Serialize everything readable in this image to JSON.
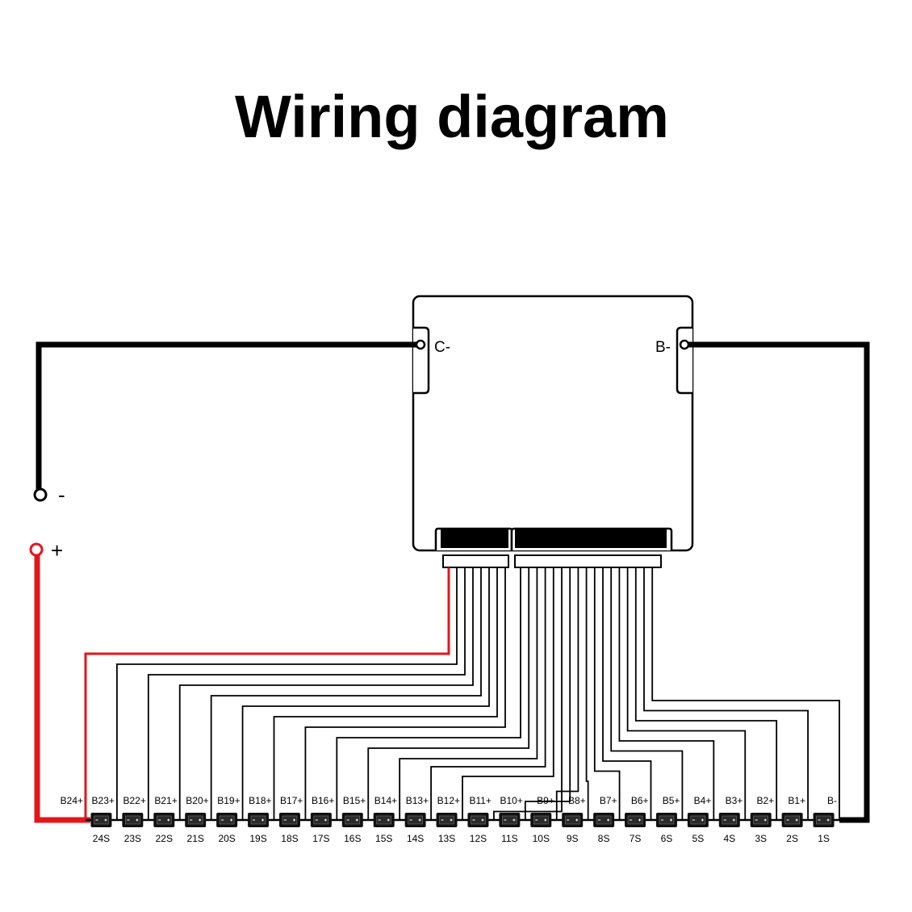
{
  "title": "Wiring diagram",
  "board": {
    "c_minus_label": "C-",
    "b_minus_label": "B-"
  },
  "terminals": {
    "negative_label": "-",
    "positive_label": "+"
  },
  "colors": {
    "wire": "#000000",
    "positive_wire": "#e5141b",
    "background": "#ffffff"
  },
  "cell_count": 24,
  "tap_labels": [
    "B24+",
    "B23+",
    "B22+",
    "B21+",
    "B20+",
    "B19+",
    "B18+",
    "B17+",
    "B16+",
    "B15+",
    "B14+",
    "B13+",
    "B12+",
    "B11+",
    "B10+",
    "B9+",
    "B8+",
    "B7+",
    "B6+",
    "B5+",
    "B4+",
    "B3+",
    "B2+",
    "B1+",
    "B-"
  ],
  "cell_labels": [
    "24S",
    "23S",
    "22S",
    "21S",
    "20S",
    "19S",
    "18S",
    "17S",
    "16S",
    "15S",
    "14S",
    "13S",
    "12S",
    "11S",
    "10S",
    "9S",
    "8S",
    "7S",
    "6S",
    "5S",
    "4S",
    "3S",
    "2S",
    "1S"
  ],
  "cell_icons": [
    "battery-cell-icon"
  ]
}
